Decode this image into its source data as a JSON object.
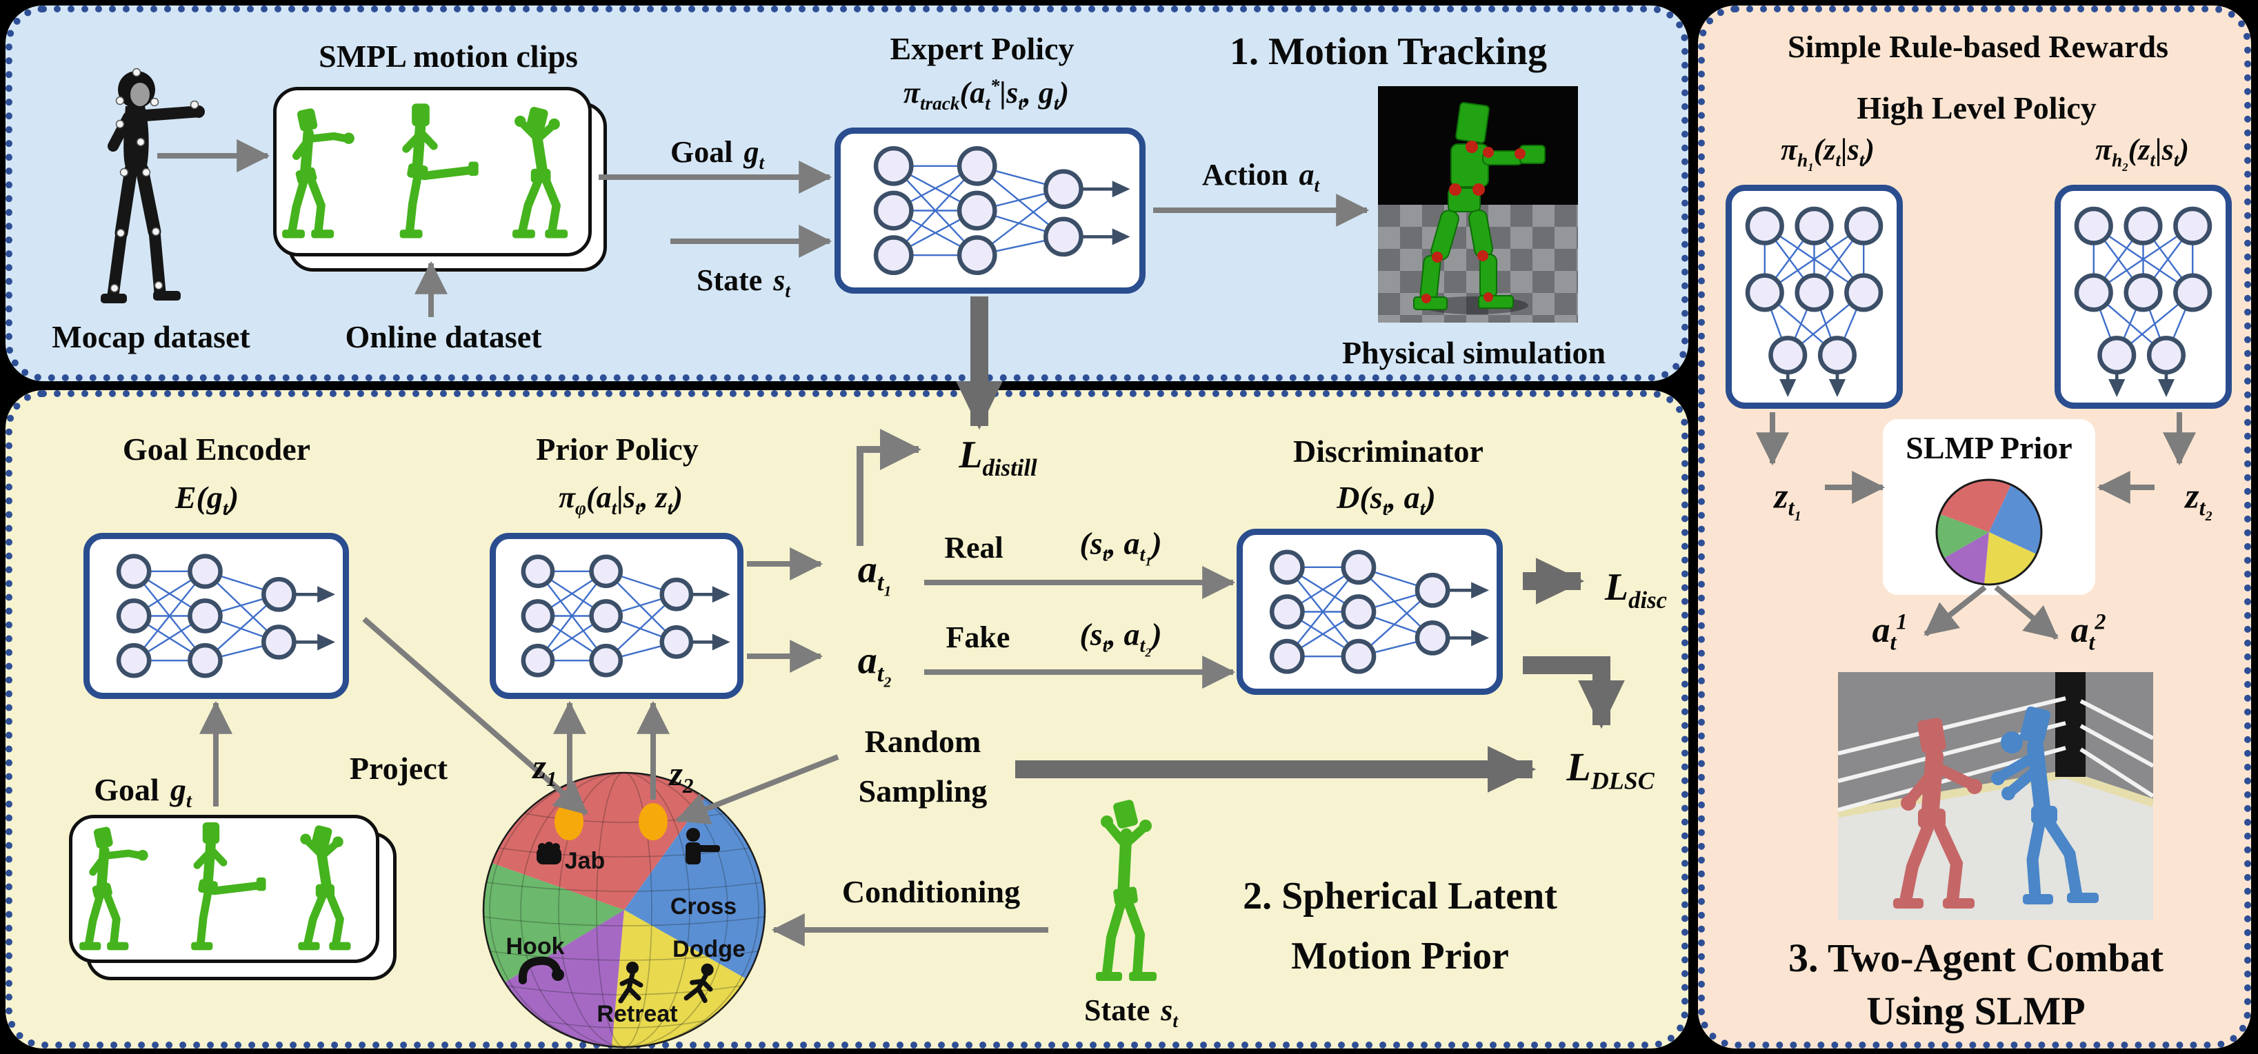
{
  "colors": {
    "background": "#000000",
    "panel_tracking_bg": "#d4e6f5",
    "panel_slmp_bg": "#f7f3d0",
    "panel_combat_bg": "#fbe5d2",
    "panel_border": "#2e4f96",
    "net_box_border": "#2a4d8f",
    "node_fill": "#edebfa",
    "node_border": "#3c4f68",
    "edge_line": "#3f6fca",
    "arrow_gray": "#7d7d7d",
    "arrow_thick": "#6c6c6c",
    "arrow_dark": "#3d4f66",
    "latent_dot_orange": "#f6a90a",
    "sphere_jab": "#d96a6a",
    "sphere_cross": "#5b8fd4",
    "sphere_hook": "#6cb86c",
    "sphere_dodge": "#e8d94f",
    "sphere_retreat": "#a569c4"
  },
  "tracking": {
    "title": "1. Motion Tracking",
    "smpl_clips_label": "SMPL motion clips",
    "mocap_label": "Mocap dataset",
    "online_label": "Online dataset",
    "goal_word": "Goal",
    "goal_math": "g_{t}",
    "state_word": "State",
    "state_math": "s_{t}",
    "action_word": "Action",
    "action_math": "a_{t}",
    "expert_title": "Expert Policy",
    "expert_formula": "π_{track}(a_{t}^{*}|s_{t}, g_{t})",
    "sim_caption": "Physical simulation"
  },
  "slmp": {
    "title_line1": "2. Spherical Latent",
    "title_line2": "Motion Prior",
    "goal_encoder_title": "Goal Encoder",
    "goal_encoder_formula": "E(g_{t})",
    "prior_policy_title": "Prior Policy",
    "prior_policy_formula": "π_{φ}(a_{t}|s_{t}, z_{t})",
    "discriminator_title": "Discriminator",
    "discriminator_formula": "D(s_{t}, a_{t})",
    "loss_distill": "L_{distill}",
    "loss_disc": "L_{disc}",
    "loss_dlsc": "L_{DLSC}",
    "a_t1": "a_{t_{1}}",
    "a_t2": "a_{t_{2}}",
    "real_word": "Real",
    "real_pair": "(s_{t}, a_{t_{1}})",
    "fake_word": "Fake",
    "fake_pair": "(s_{t}, a_{t_{2}})",
    "random_line1": "Random",
    "random_line2": "Sampling",
    "conditioning": "Conditioning",
    "project": "Project",
    "goal_word": "Goal",
    "goal_math": "g_{t}",
    "state_word": "State",
    "state_math": "s_{t}",
    "z1": "z_{1}",
    "z2": "z_{2}",
    "sphere_regions": [
      {
        "label": "Jab",
        "icon": "fist-icon"
      },
      {
        "label": "Cross",
        "icon": "cross-punch-icon"
      },
      {
        "label": "Hook",
        "icon": "hook-icon"
      },
      {
        "label": "Dodge",
        "icon": "dodge-icon"
      },
      {
        "label": "Retreat",
        "icon": "retreat-icon"
      }
    ]
  },
  "combat": {
    "rewards_title": "Simple Rule-based Rewards",
    "hlp_title": "High Level Policy",
    "pi_h1": "π_{h_{1}}(z_{t}|s_{t})",
    "pi_h2": "π_{h_{2}}(z_{t}|s_{t})",
    "z_t1": "z_{t_{1}}",
    "z_t2": "z_{t_{2}}",
    "slmp_prior_title": "SLMP Prior",
    "a_1": "a_{t}^{1}",
    "a_2": "a_{t}^{2}",
    "title_line1": "3. Two-Agent Combat",
    "title_line2": "Using SLMP"
  }
}
